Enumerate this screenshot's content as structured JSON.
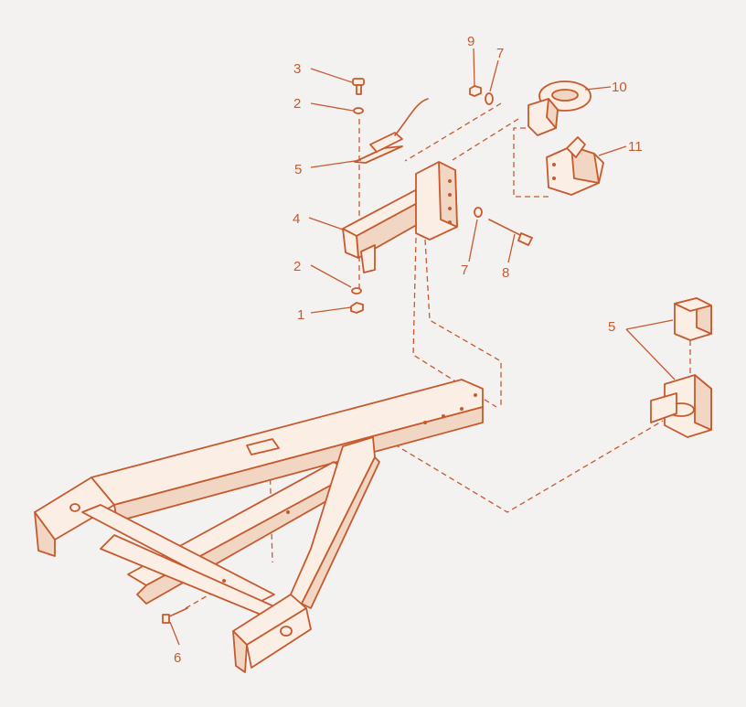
{
  "callouts": {
    "c1": "1",
    "c2a": "2",
    "c2b": "2",
    "c3": "3",
    "c4": "4",
    "c5a": "5",
    "c5b": "5",
    "c6": "6",
    "c7a": "7",
    "c7b": "7",
    "c8": "8",
    "c9": "9",
    "c10": "10",
    "c11": "11"
  },
  "colors": {
    "line": "#c65a2e",
    "fill": "#fbeee5",
    "background": "#f4f2f1"
  }
}
